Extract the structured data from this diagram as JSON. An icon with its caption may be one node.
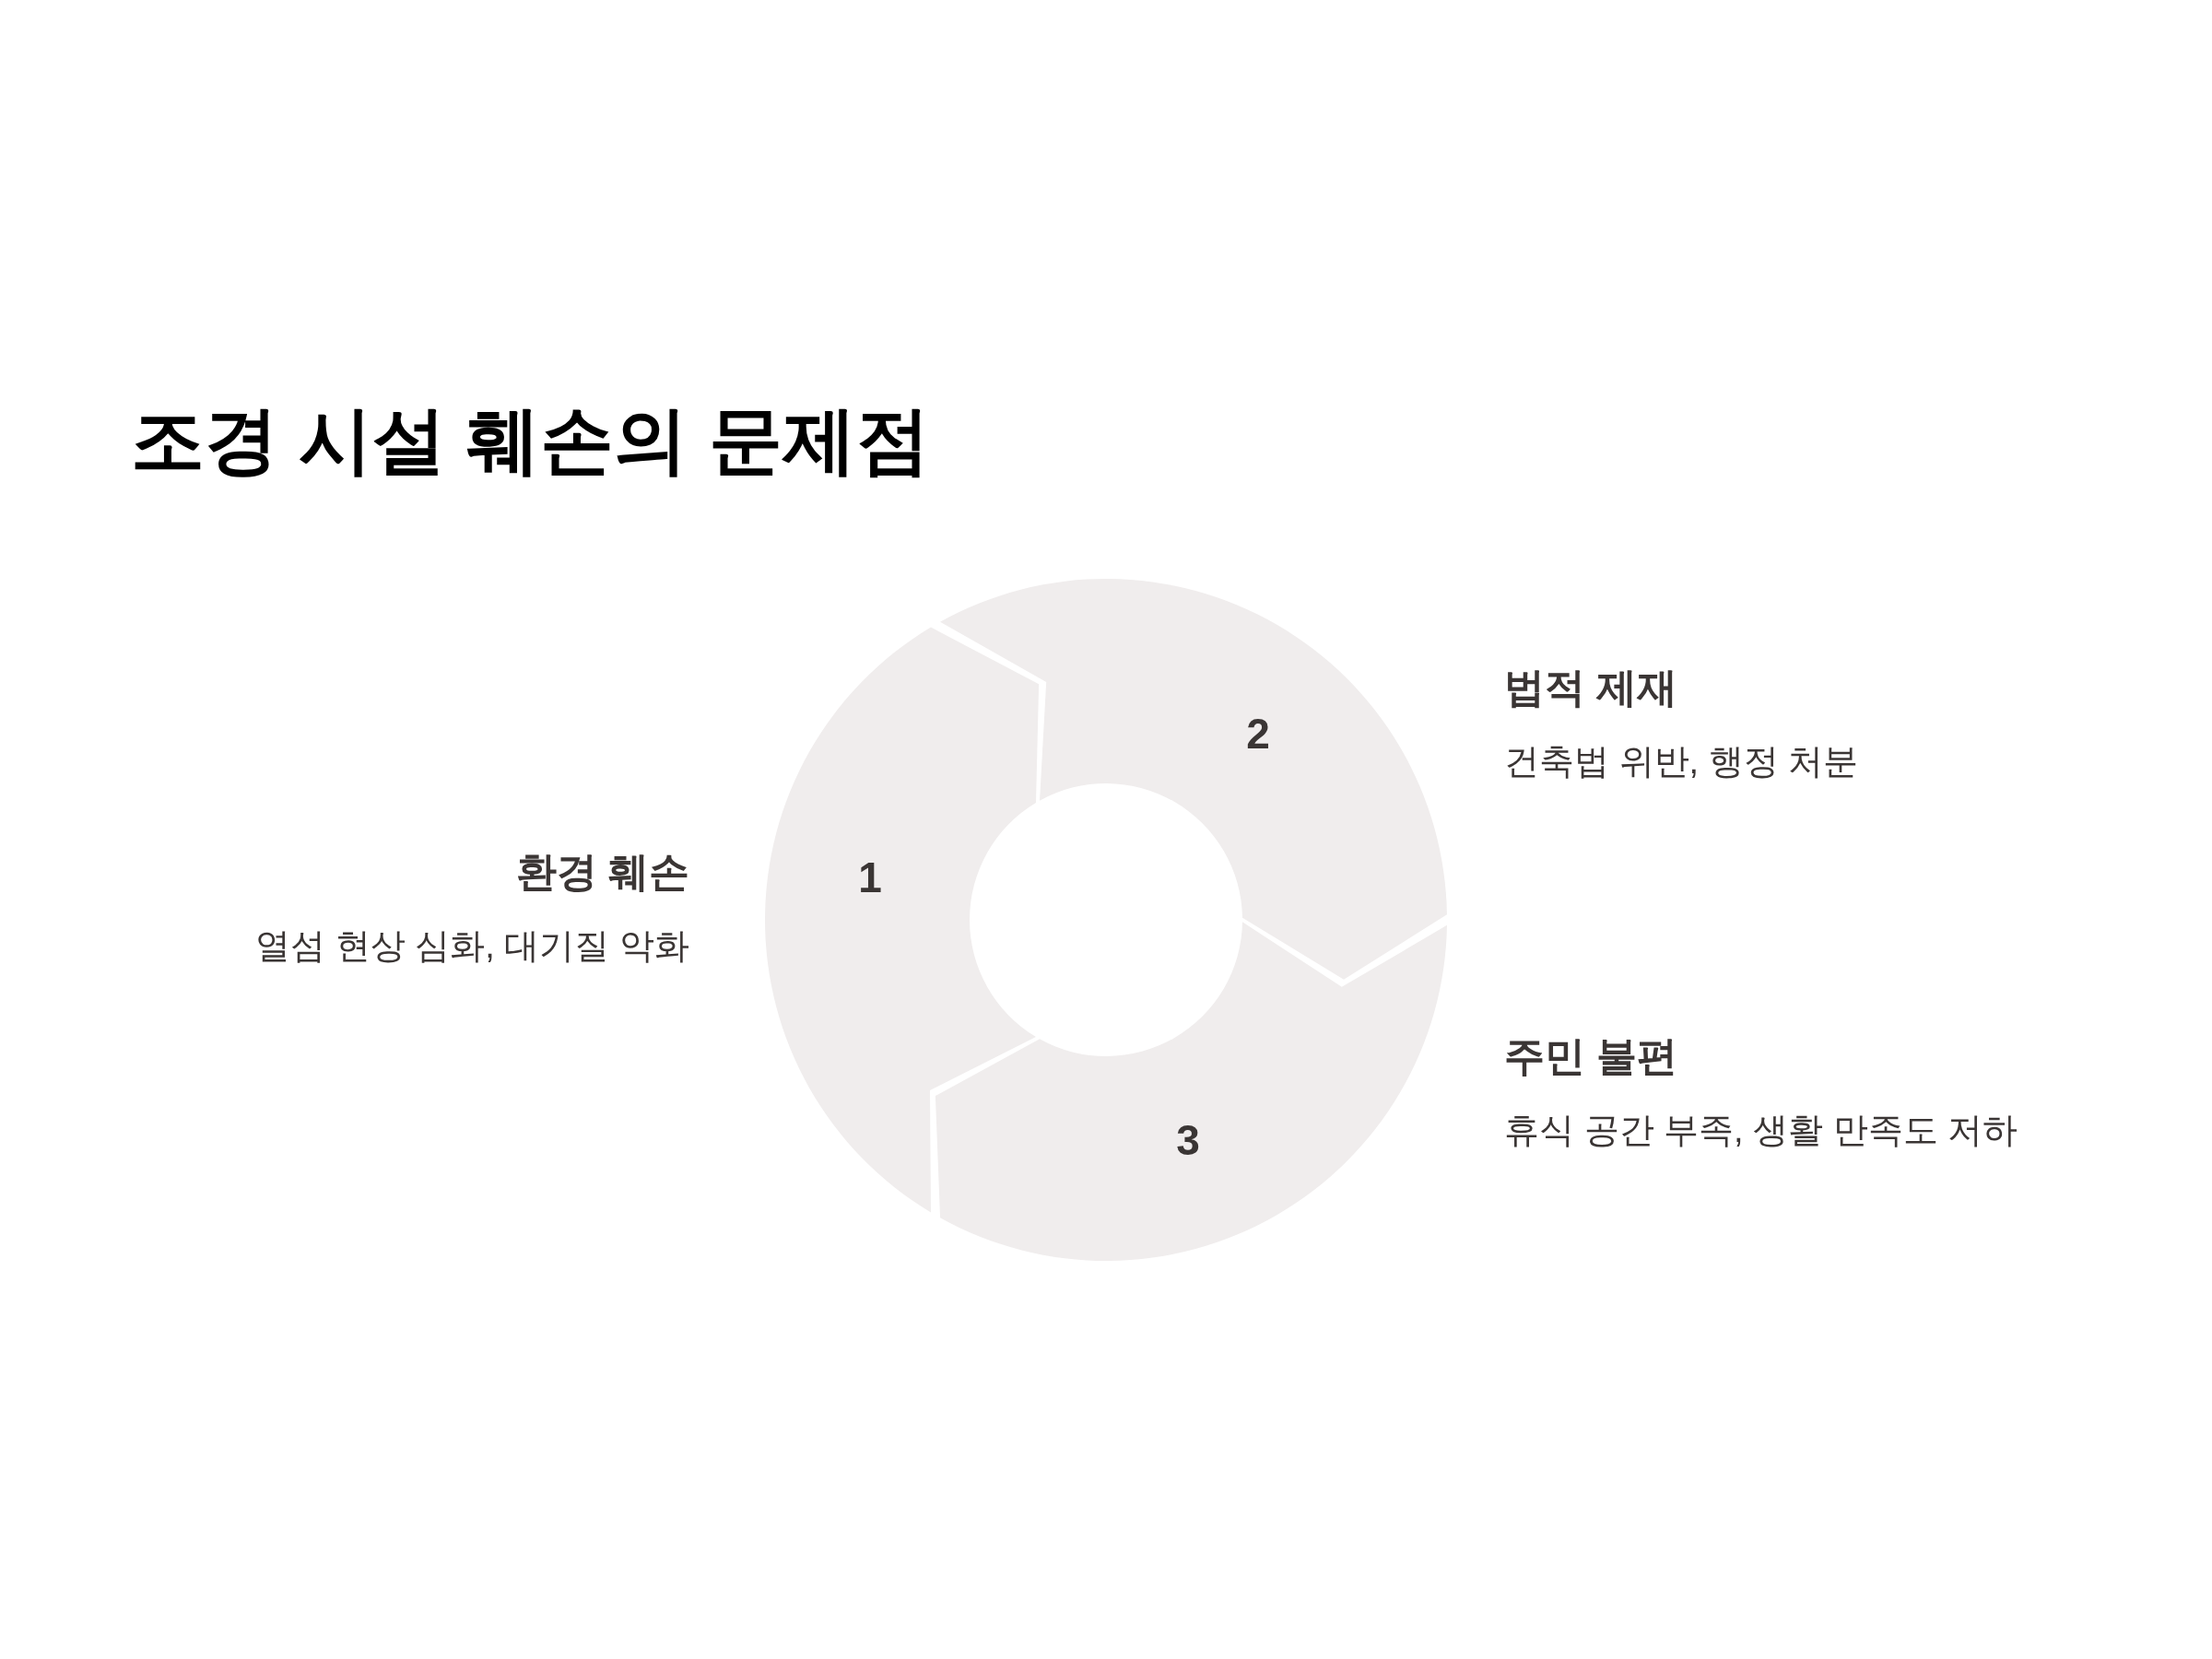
{
  "diagram": {
    "title": "조경 시설 훼손의 문제점",
    "nodes": [
      {
        "text": [
          "1"
        ],
        "beside": [
          "환경 훼손",
          "열섬 현상 심화, 대기질 악화"
        ]
      },
      {
        "text": [
          "2"
        ],
        "beside": [
          "법적 제재",
          "건축법 위반, 행정 처분"
        ]
      },
      {
        "text": [
          "3"
        ],
        "beside": [
          "주민 불편",
          "휴식 공간 부족, 생활 만족도 저하"
        ]
      }
    ]
  }
}
